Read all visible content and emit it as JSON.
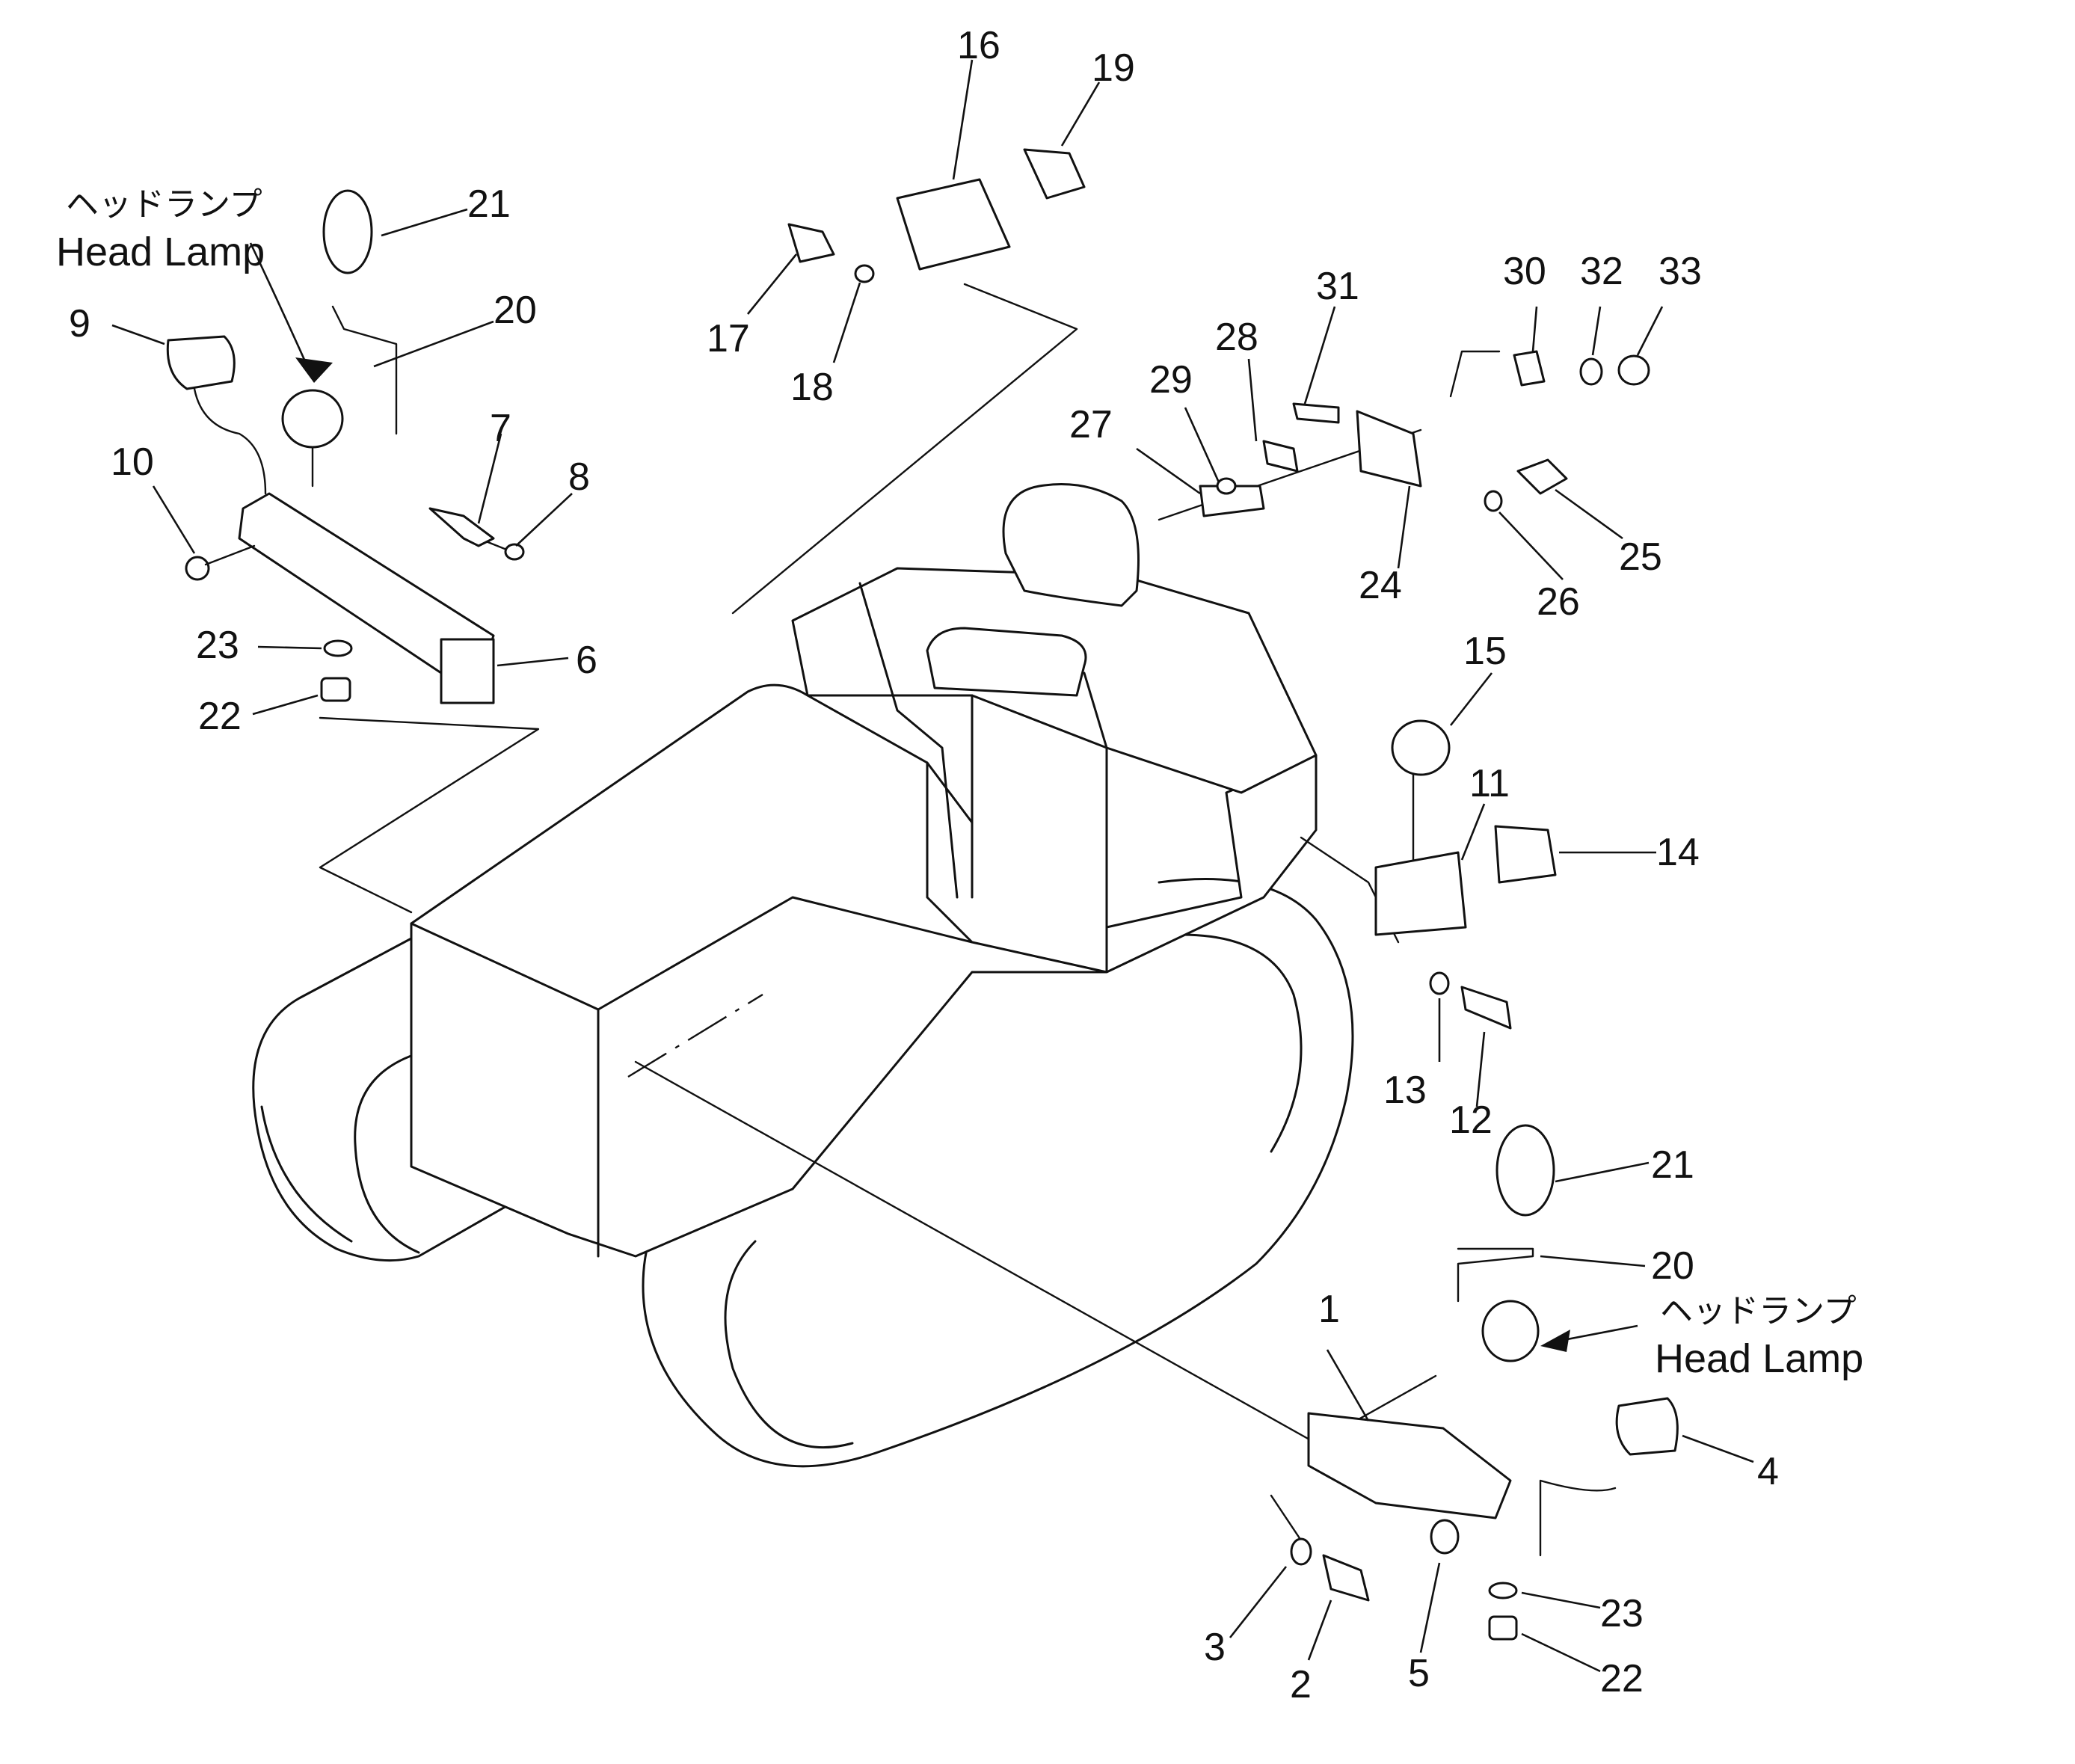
{
  "diagram": {
    "labels": {
      "callout_1": "1",
      "callout_2": "2",
      "callout_3": "3",
      "callout_4": "4",
      "callout_5": "5",
      "callout_6": "6",
      "callout_7": "7",
      "callout_8": "8",
      "callout_9": "9",
      "callout_10": "10",
      "callout_11": "11",
      "callout_12": "12",
      "callout_13": "13",
      "callout_14": "14",
      "callout_15": "15",
      "callout_16": "16",
      "callout_17": "17",
      "callout_18": "18",
      "callout_19": "19",
      "callout_20_left": "20",
      "callout_20_right": "20",
      "callout_21_left": "21",
      "callout_21_right": "21",
      "callout_22_left": "22",
      "callout_22_right": "22",
      "callout_23_left": "23",
      "callout_23_right": "23",
      "callout_24": "24",
      "callout_25": "25",
      "callout_26": "26",
      "callout_27": "27",
      "callout_28": "28",
      "callout_29": "29",
      "callout_30": "30",
      "callout_31": "31",
      "callout_32": "32",
      "callout_33": "33"
    },
    "head_lamp_left": {
      "jp": "ヘッドランプ",
      "en": "Head Lamp"
    },
    "head_lamp_right": {
      "jp": "ヘッドランプ",
      "en": "Head Lamp"
    }
  }
}
